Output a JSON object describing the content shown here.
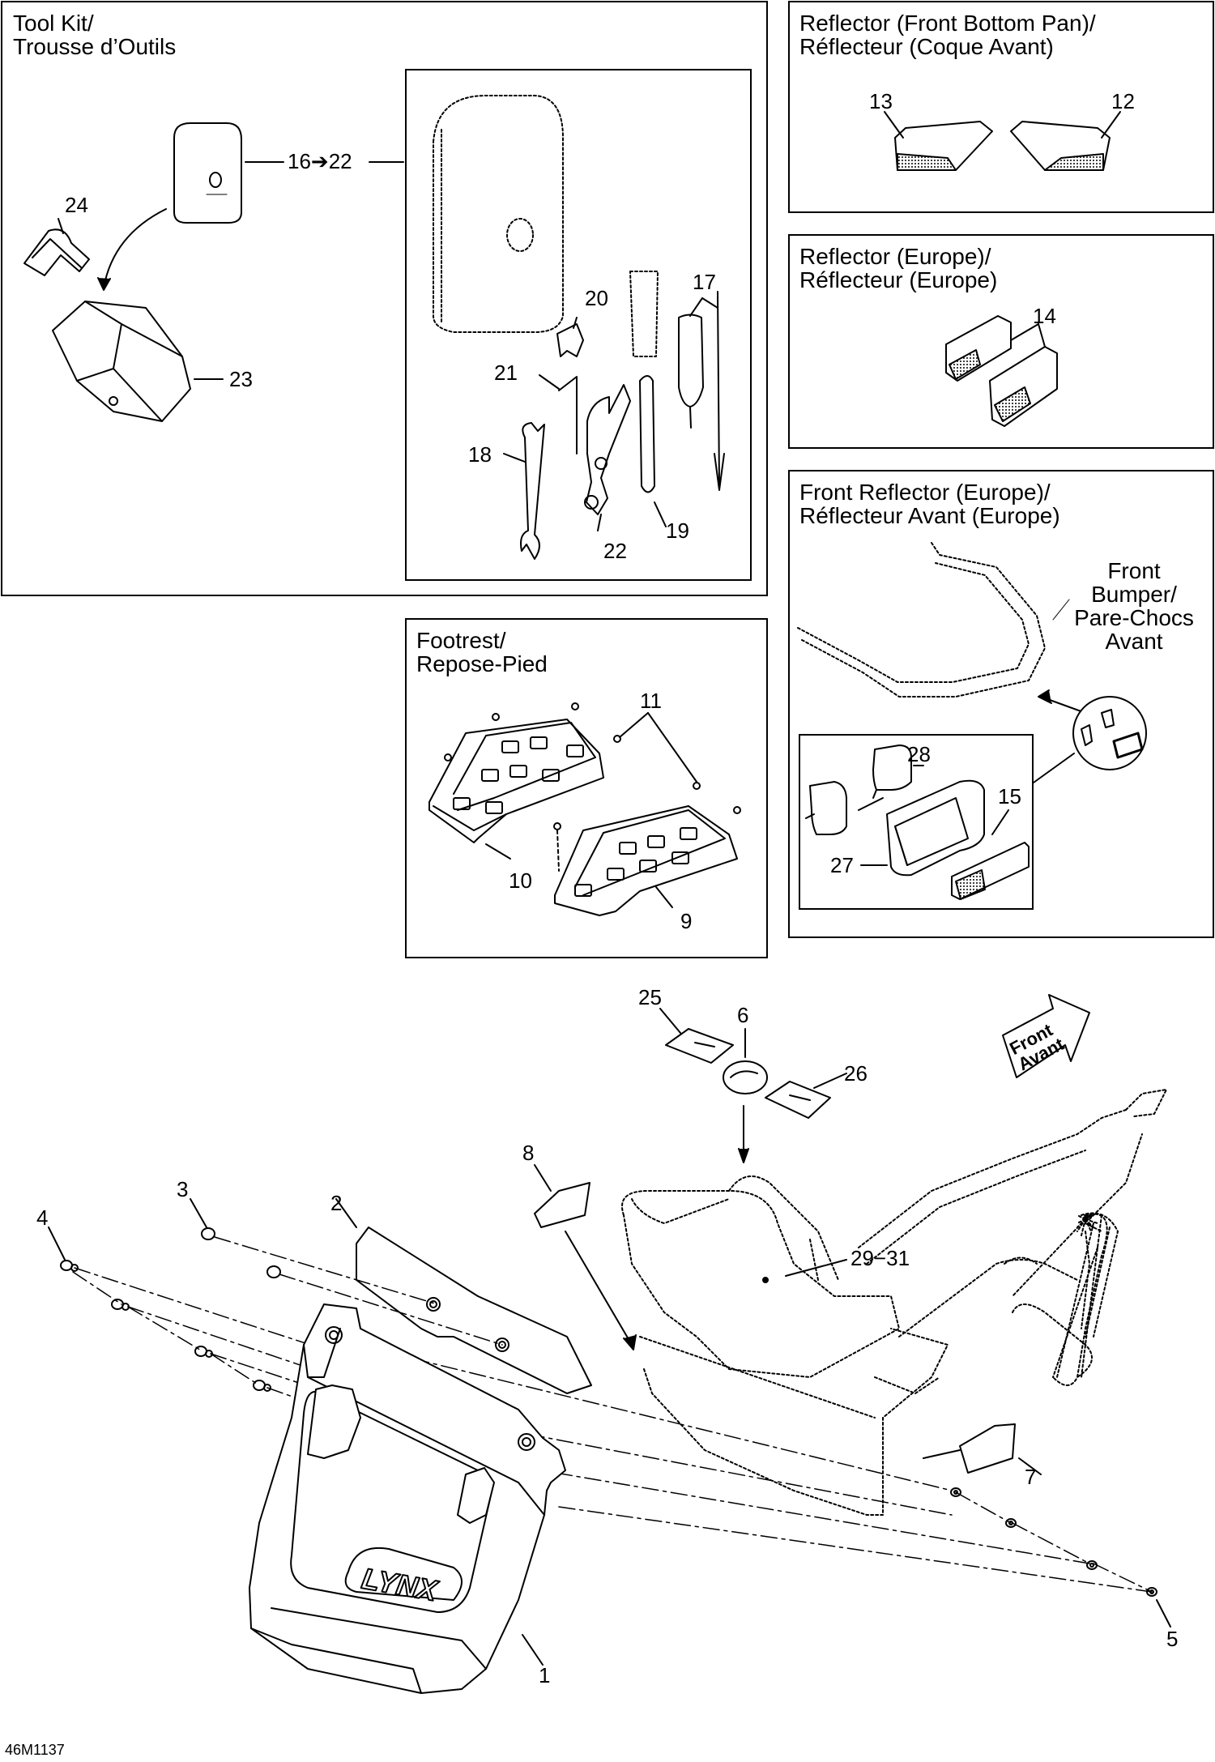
{
  "panels": {
    "tool_kit": {
      "title": "Tool Kit/\nTrousse d’Outils"
    },
    "reflector_front_bottom_pan": {
      "title": "Reflector (Front Bottom Pan)/\nRéflecteur (Coque Avant)"
    },
    "reflector_europe": {
      "title": "Reflector (Europe)/\nRéflecteur (Europe)"
    },
    "front_reflector_europe": {
      "title": "Front Reflector (Europe)/\nRéflecteur Avant (Europe)"
    },
    "footrest": {
      "title": "Footrest/\nRepose-Pied"
    }
  },
  "labels": {
    "front_bumper": "Front\nBumper/\nPare-Chocs\nAvant",
    "front_arrow_1": "Front",
    "front_arrow_2": "Avant"
  },
  "callouts": {
    "n1": "1",
    "n2": "2",
    "n3": "3",
    "n4": "4",
    "n5": "5",
    "n6": "6",
    "n7": "7",
    "n8": "8",
    "n9": "9",
    "n10": "10",
    "n11": "11",
    "n12": "12",
    "n13": "13",
    "n14": "14",
    "n15": "15",
    "n16_22": "16➔22",
    "n17": "17",
    "n18": "18",
    "n19": "19",
    "n20": "20",
    "n21": "21",
    "n22": "22",
    "n23": "23",
    "n24": "24",
    "n25": "25",
    "n26": "26",
    "n27": "27",
    "n28": "28",
    "n29_31": "29−31"
  },
  "document_id": "46M1137"
}
